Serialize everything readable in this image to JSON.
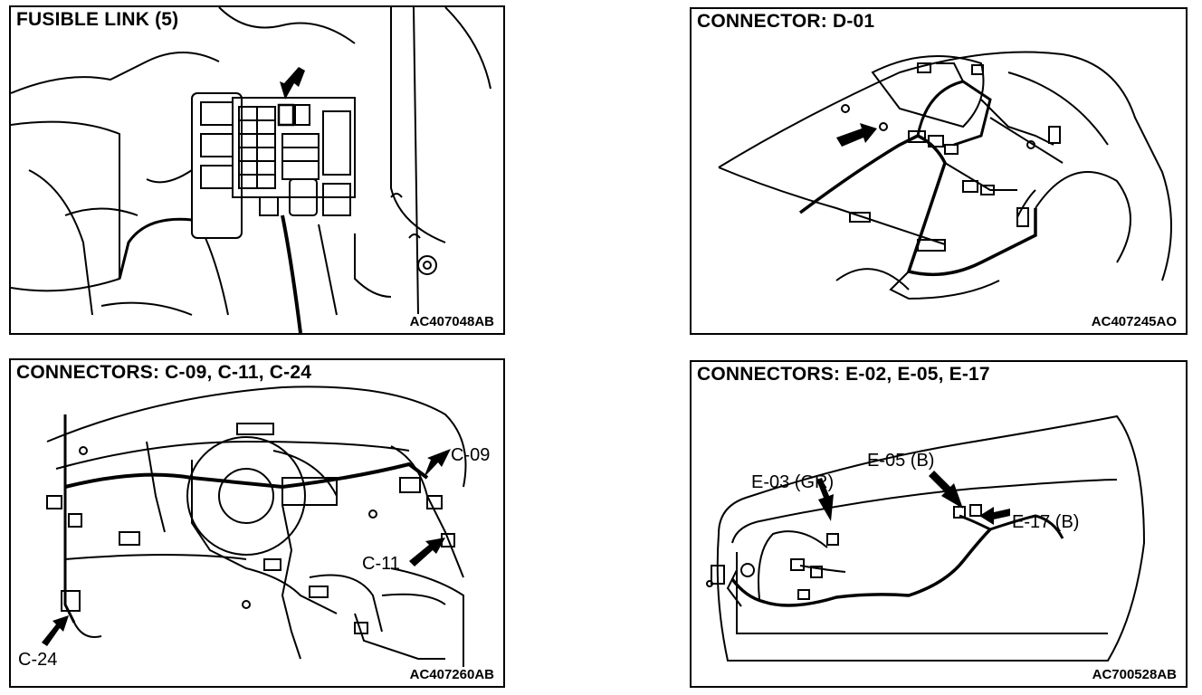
{
  "panels": [
    {
      "title": "FUSIBLE LINK (5)",
      "ref": "AC407048AB",
      "callouts": []
    },
    {
      "title": "CONNECTOR: D-01",
      "ref": "AC407245AO",
      "callouts": []
    },
    {
      "title": "CONNECTORS: C-09, C-11, C-24",
      "ref": "AC407260AB",
      "callouts": [
        "C-09",
        "C-11",
        "C-24"
      ]
    },
    {
      "title": "CONNECTORS: E-02, E-05, E-17",
      "ref": "AC700528AB",
      "callouts": [
        "E-03 (GR)",
        "E-05 (B)",
        "E-17 (B)"
      ]
    }
  ]
}
